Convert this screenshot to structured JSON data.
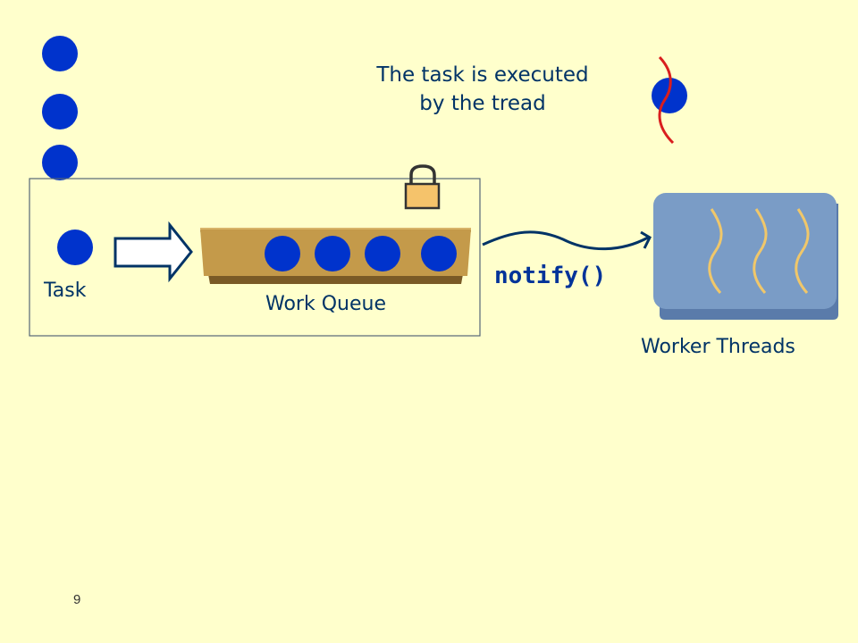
{
  "caption": {
    "line1": "The task is executed",
    "line2": "by the tread"
  },
  "labels": {
    "task": "Task",
    "work_queue": "Work Queue",
    "worker_threads": "Worker Threads",
    "notify": "notify()"
  },
  "page_number": "9",
  "colors": {
    "background": "#ffffcc",
    "task_dot": "#0033cc",
    "queue_tray": "#c49a4a",
    "lock_body": "#f5c36b",
    "thread_pool": "#7a9cc6",
    "thread_wave": "#f0c76a",
    "executing_thread": "#d91e1e",
    "text": "#003366"
  },
  "icons": {
    "lock": "padlock-icon",
    "arrow": "block-arrow-right-icon"
  },
  "waiting_tasks": 3,
  "queued_tasks": 4,
  "worker_threads": 3
}
